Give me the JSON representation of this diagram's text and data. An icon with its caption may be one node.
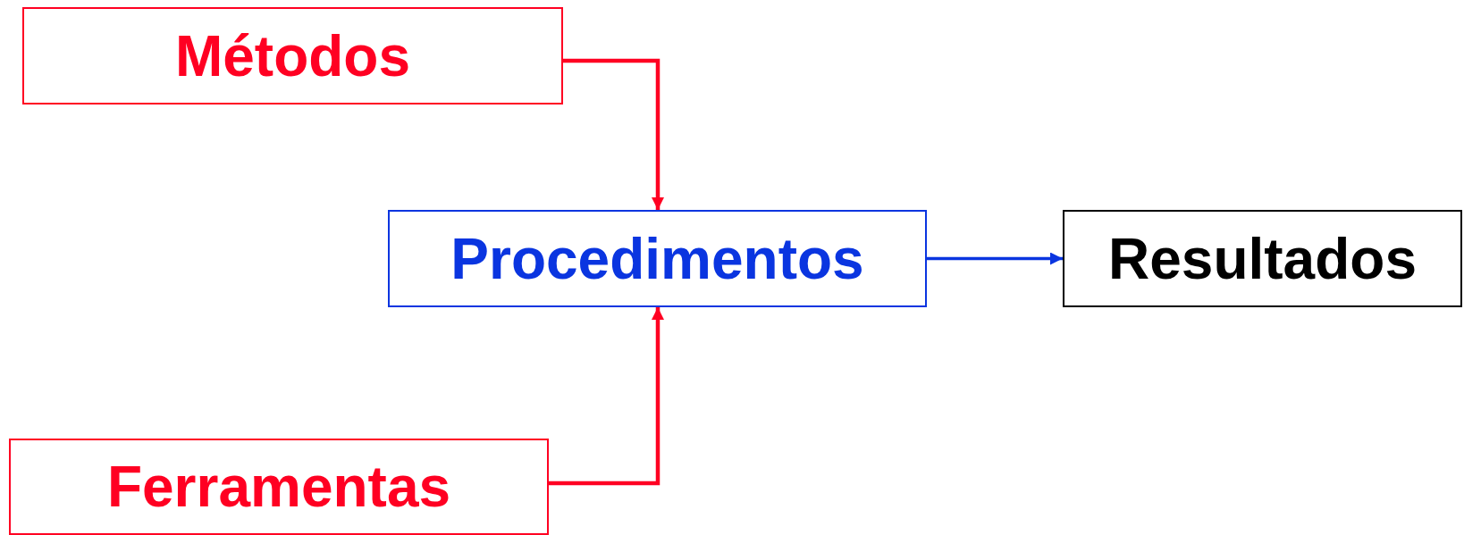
{
  "diagram": {
    "nodes": [
      {
        "text": [
          "Métodos"
        ]
      },
      {
        "text": [
          "Procedimentos"
        ]
      },
      {
        "text": [
          "Resultados"
        ]
      },
      {
        "text": [
          "Ferramentas"
        ]
      }
    ],
    "edges": [
      {
        "from": 0,
        "to": 1,
        "arrow": "to"
      },
      {
        "from": 3,
        "to": 1,
        "arrow": "to"
      },
      {
        "from": 1,
        "to": 2,
        "arrow": "to",
        "color": "#0a35e0"
      }
    ]
  }
}
